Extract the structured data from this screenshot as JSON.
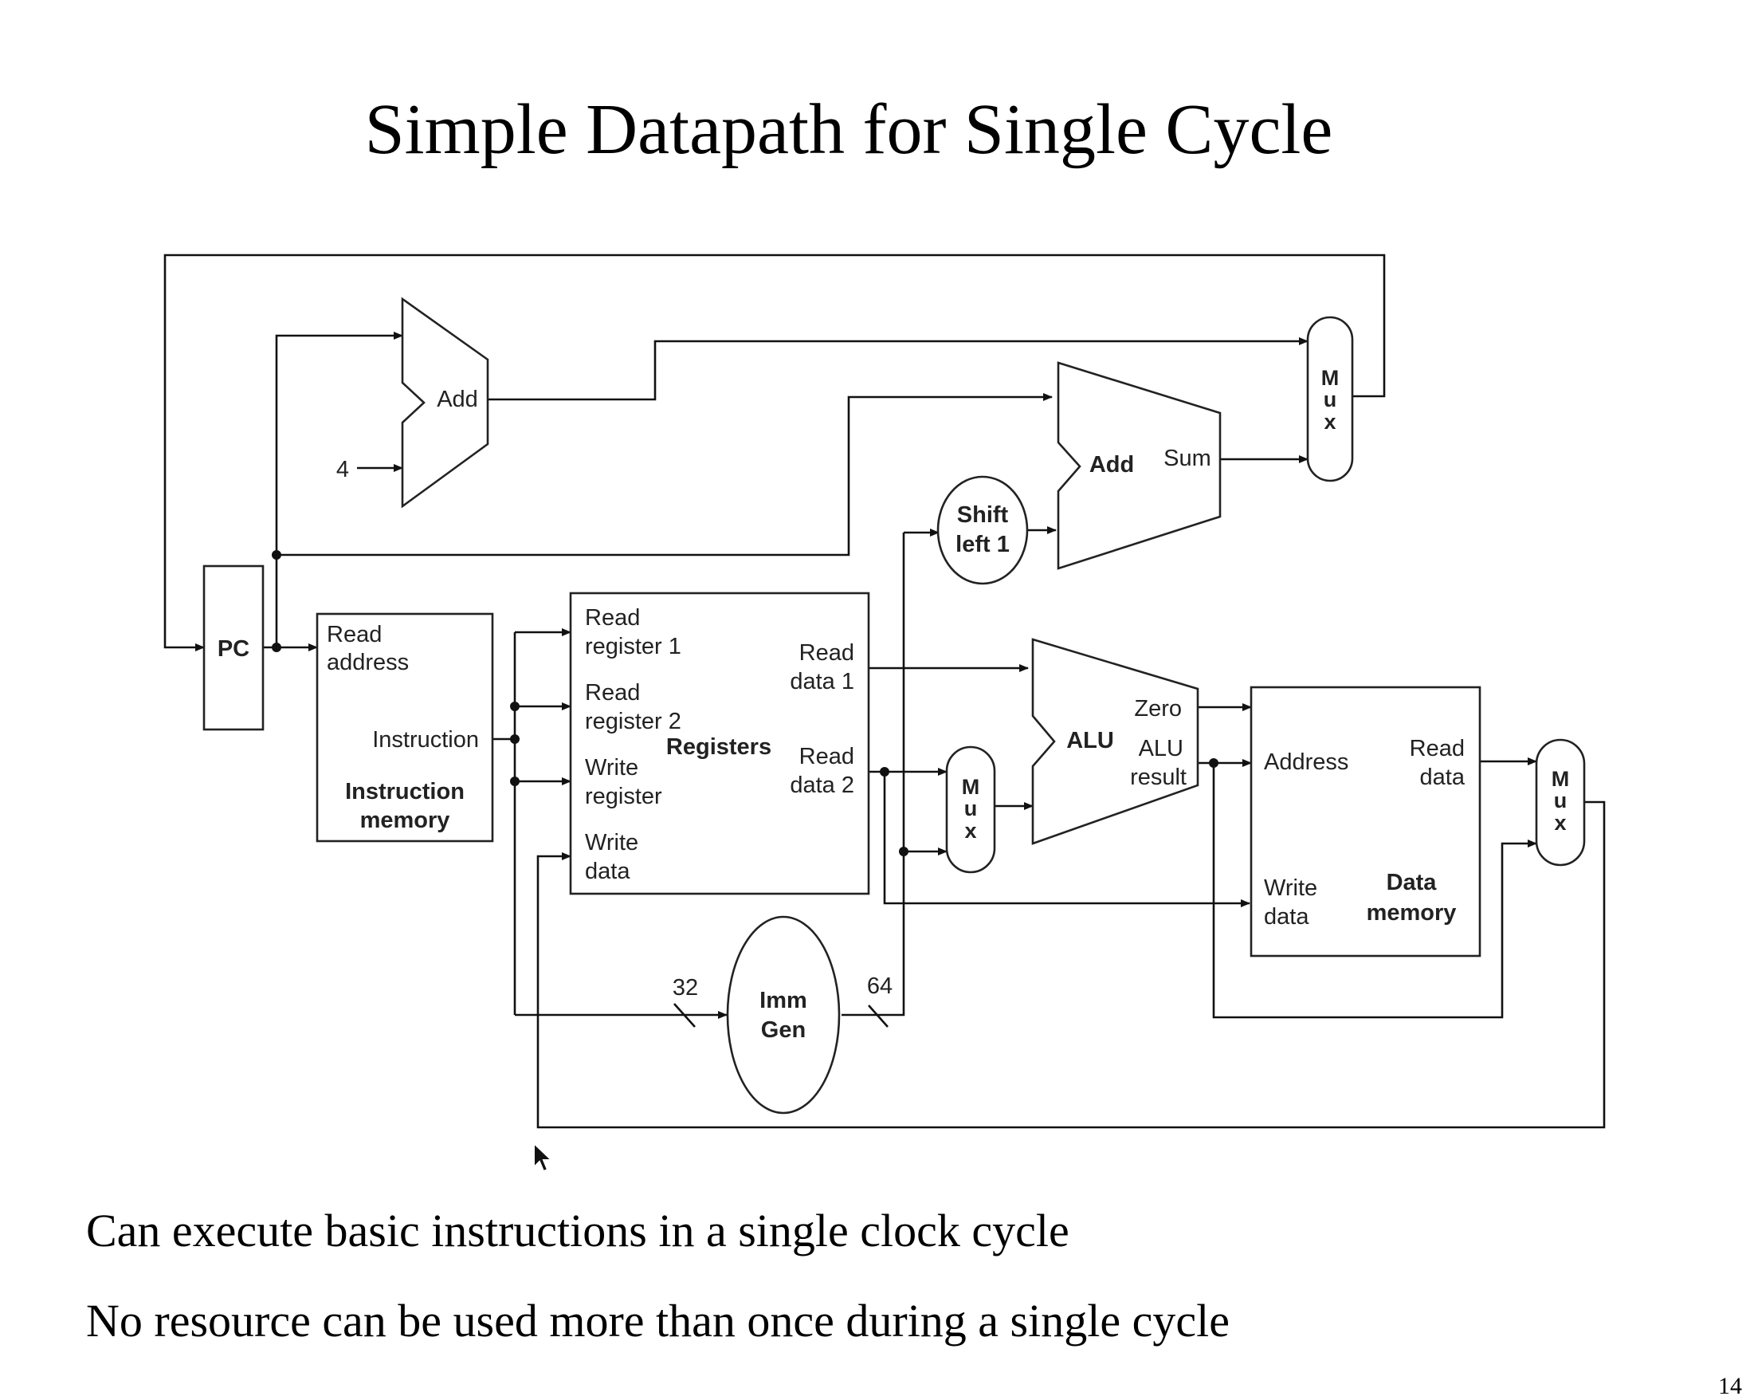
{
  "title": "Simple Datapath for Single Cycle",
  "bullets": [
    "Can execute basic instructions in a single clock cycle",
    "No resource can be used more than once during a single cycle"
  ],
  "page_number": "14",
  "diagram": {
    "pc": "PC",
    "pc_adder": {
      "label": "Add",
      "constant": "4"
    },
    "branch_adder": {
      "label": "Add",
      "output": "Sum"
    },
    "shift_left": {
      "line1": "Shift",
      "line2": "left 1"
    },
    "instruction_memory": {
      "input": [
        "Read",
        "address"
      ],
      "output": "Instruction",
      "name": [
        "Instruction",
        "memory"
      ]
    },
    "registers": {
      "name": "Registers",
      "read_register_1": [
        "Read",
        "register 1"
      ],
      "read_register_2": [
        "Read",
        "register 2"
      ],
      "write_register": [
        "Write",
        "register"
      ],
      "write_data": [
        "Write",
        "data"
      ],
      "read_data_1": [
        "Read",
        "data 1"
      ],
      "read_data_2": [
        "Read",
        "data 2"
      ]
    },
    "alu": {
      "name": "ALU",
      "zero": "Zero",
      "result": [
        "ALU",
        "result"
      ]
    },
    "data_memory": {
      "name": [
        "Data",
        "memory"
      ],
      "address": "Address",
      "write_data": [
        "Write",
        "data"
      ],
      "read_data": [
        "Read",
        "data"
      ]
    },
    "imm_gen": {
      "line1": "Imm",
      "line2": "Gen",
      "in_width": "32",
      "out_width": "64"
    },
    "mux_letters": [
      "M",
      "u",
      "x"
    ]
  }
}
